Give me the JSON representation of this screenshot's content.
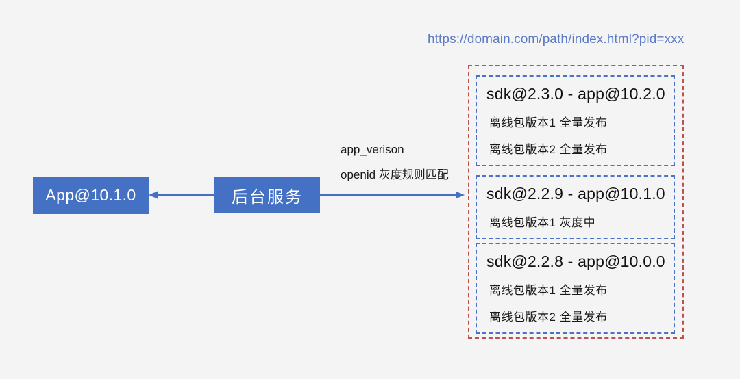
{
  "diagram": {
    "background_color": "#f4f4f4",
    "accent_blue": "#4471c4",
    "dashed_red": "#c0504d",
    "dashed_blue": "#4a72c8",
    "url_caption": "https://domain.com/path/index.html?pid=xxx",
    "nodes": {
      "client": {
        "label": "App@10.1.0"
      },
      "server": {
        "label": "后台服务"
      }
    },
    "arrows": {
      "response_arrow": {
        "direction": "left"
      },
      "request_arrow": {
        "direction": "right"
      },
      "labels": {
        "line1": "app_verison",
        "line2": "openid 灰度规则匹配"
      }
    },
    "release_container": {
      "blocks": [
        {
          "title": "sdk@2.3.0 - app@10.2.0",
          "rows": [
            "离线包版本1 全量发布",
            "离线包版本2 全量发布"
          ]
        },
        {
          "title": "sdk@2.2.9 - app@10.1.0",
          "rows": [
            "离线包版本1 灰度中"
          ]
        },
        {
          "title": "sdk@2.2.8 - app@10.0.0",
          "rows": [
            "离线包版本1 全量发布",
            "离线包版本2 全量发布"
          ]
        }
      ]
    }
  }
}
